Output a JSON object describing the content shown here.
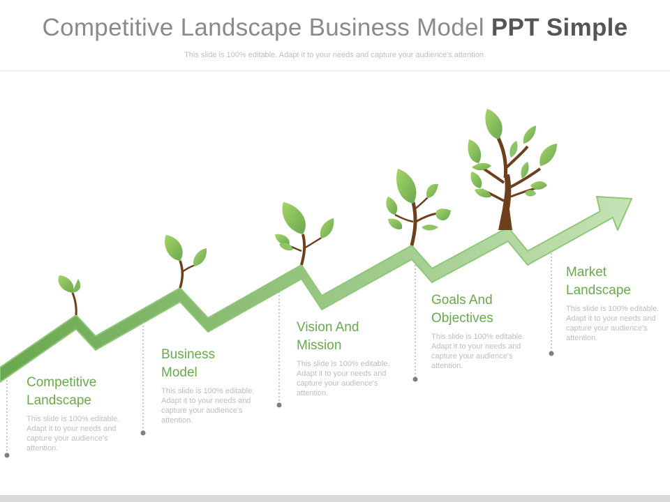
{
  "header": {
    "title_main": "Competitive Landscape Business Model ",
    "title_bold": "PPT Simple",
    "subtitle": "This slide is 100% editable. Adapt it to your needs and capture your audience's attention."
  },
  "steps": [
    {
      "label": "Competitive\nLandscape",
      "desc": "This slide is 100% editable. Adapt it to your needs and capture your audience's attention."
    },
    {
      "label": "Business\nModel",
      "desc": "This slide is 100% editable. Adapt it to your needs and capture your audience's attention."
    },
    {
      "label": "Vision And\nMission",
      "desc": "This slide is 100% editable. Adapt it to your needs and capture your audience's attention."
    },
    {
      "label": "Goals And\nObjectives",
      "desc": "This slide is 100% editable. Adapt it to your needs and capture your audience's attention."
    },
    {
      "label": "Market\nLandscape",
      "desc": "This slide is 100% editable. Adapt it to your needs and capture your audience's attention."
    }
  ],
  "colors": {
    "arrow_dark": "#6aa84f",
    "arrow_light": "#b6d7a8",
    "leaf": "#8bc34a",
    "trunk": "#6d3f1d",
    "label": "#6aa84f",
    "desc": "#bdbdbd"
  }
}
